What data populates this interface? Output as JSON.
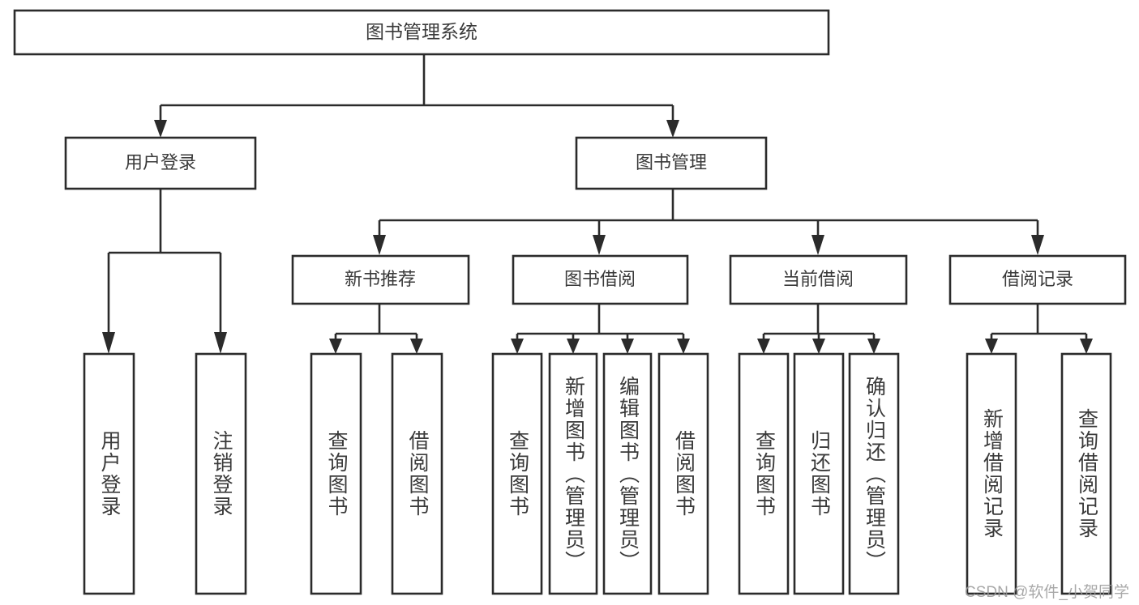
{
  "diagram": {
    "type": "tree",
    "title": "图书管理系统",
    "watermark": "CSDN @软件_小贺同学",
    "colors": {
      "box_stroke": "#2b2b2b",
      "box_fill": "#ffffff",
      "text": "#3a3a3a",
      "background": "#ffffff",
      "watermark": "#9a9a9a"
    },
    "root": {
      "label": "图书管理系统"
    },
    "level2": [
      {
        "label": "用户登录"
      },
      {
        "label": "图书管理"
      }
    ],
    "level3": [
      {
        "label": "新书推荐"
      },
      {
        "label": "图书借阅"
      },
      {
        "label": "当前借阅"
      },
      {
        "label": "借阅记录"
      }
    ],
    "leaves": {
      "user_login": [
        {
          "label": "用户登录"
        },
        {
          "label": "注销登录"
        }
      ],
      "new_book_recommend": [
        {
          "label": "查询图书"
        },
        {
          "label": "借阅图书"
        }
      ],
      "book_borrow": [
        {
          "label": "查询图书"
        },
        {
          "label": "新增图书（管理员）"
        },
        {
          "label": "编辑图书（管理员）"
        },
        {
          "label": "借阅图书"
        }
      ],
      "current_borrow": [
        {
          "label": "查询图书"
        },
        {
          "label": "归还图书"
        },
        {
          "label": "确认归还（管理员）"
        }
      ],
      "borrow_record": [
        {
          "label": "新增借阅记录"
        },
        {
          "label": "查询借阅记录"
        }
      ]
    }
  }
}
